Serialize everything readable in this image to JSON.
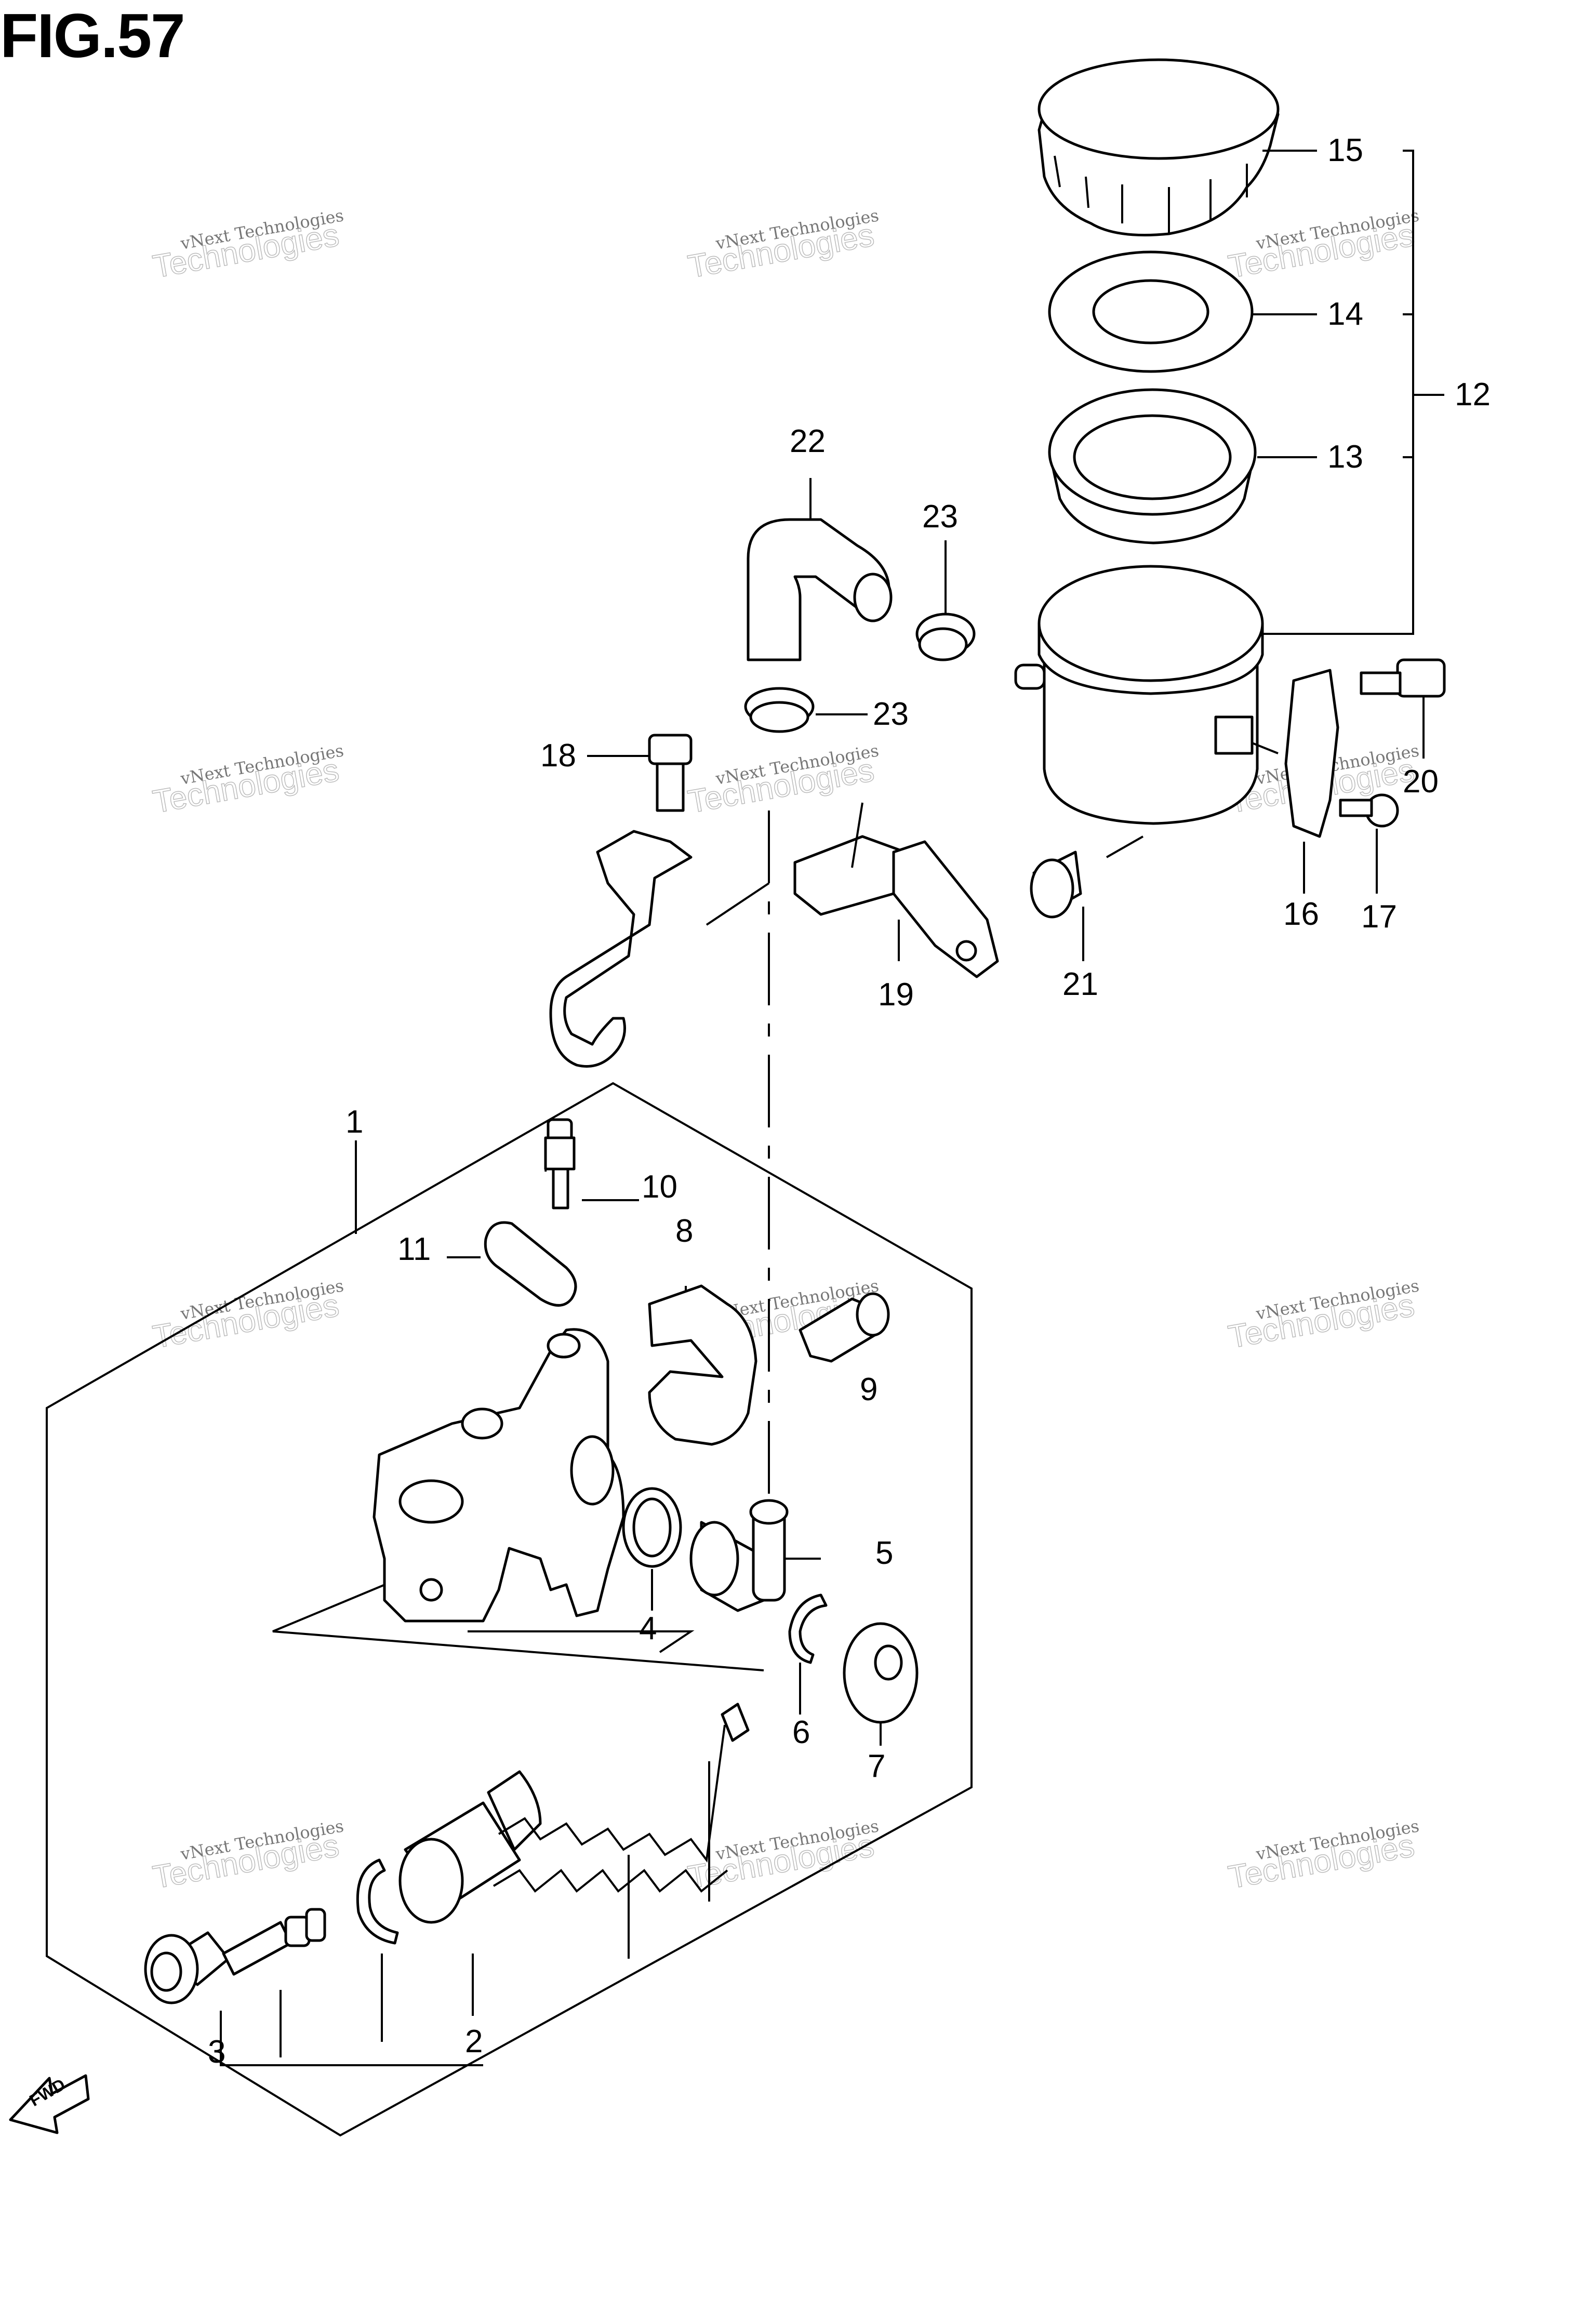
{
  "title": "FIG.57",
  "watermark": {
    "line1": "vNext Technologies",
    "line2": "Technologies",
    "line3": "vNext"
  },
  "fwd_label": "FWD",
  "callouts": [
    {
      "id": "c1",
      "text": "1"
    },
    {
      "id": "c2",
      "text": "2"
    },
    {
      "id": "c3",
      "text": "3"
    },
    {
      "id": "c4",
      "text": "4"
    },
    {
      "id": "c5",
      "text": "5"
    },
    {
      "id": "c6",
      "text": "6"
    },
    {
      "id": "c7",
      "text": "7"
    },
    {
      "id": "c8",
      "text": "8"
    },
    {
      "id": "c9",
      "text": "9"
    },
    {
      "id": "c10",
      "text": "10"
    },
    {
      "id": "c11",
      "text": "11"
    },
    {
      "id": "c12",
      "text": "12"
    },
    {
      "id": "c13",
      "text": "13"
    },
    {
      "id": "c14",
      "text": "14"
    },
    {
      "id": "c15",
      "text": "15"
    },
    {
      "id": "c16",
      "text": "16"
    },
    {
      "id": "c17",
      "text": "17"
    },
    {
      "id": "c18",
      "text": "18"
    },
    {
      "id": "c19",
      "text": "19"
    },
    {
      "id": "c20",
      "text": "20"
    },
    {
      "id": "c21",
      "text": "21"
    },
    {
      "id": "c22",
      "text": "22"
    },
    {
      "id": "c23a",
      "text": "23"
    },
    {
      "id": "c23b",
      "text": "23"
    }
  ],
  "icons": [
    "reservoir-cap-icon",
    "diaphragm-plate-icon",
    "diaphragm-icon",
    "reservoir-tank-icon",
    "hose-icon",
    "clamp-icon",
    "bolt-icon",
    "bracket-icon",
    "connector-icon",
    "pipe-icon",
    "master-cylinder-body-icon",
    "bleeder-screw-icon",
    "boot-icon",
    "holder-icon",
    "o-ring-icon",
    "circlip-icon",
    "piston-kit-icon",
    "fwd-arrow-icon"
  ]
}
